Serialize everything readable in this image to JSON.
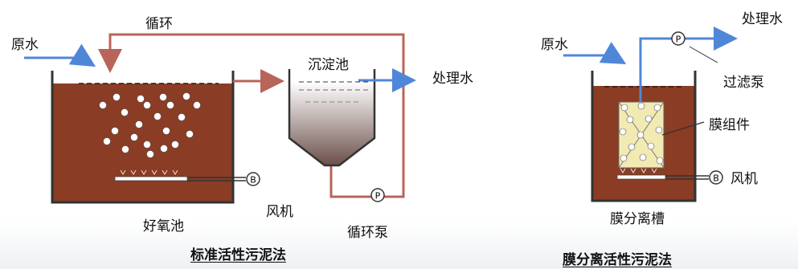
{
  "left": {
    "inflow": "原水",
    "recycle": "循环",
    "aeration_tank": "好氧池",
    "settling_tank": "沉淀池",
    "effluent": "处理水",
    "blower": "风机",
    "recycle_pump": "循环泵",
    "blower_symbol": "B",
    "pump_symbol": "P",
    "caption": "标准活性污泥法"
  },
  "right": {
    "inflow": "原水",
    "effluent": "处理水",
    "filter_pump": "过滤泵",
    "membrane_module": "膜组件",
    "blower": "风机",
    "tank": "膜分离槽",
    "blower_symbol": "B",
    "pump_symbol": "P",
    "caption": "膜分离活性污泥法"
  },
  "colors": {
    "sludge": "#8a3c24",
    "pipe_red": "#b96458",
    "pipe_blue": "#4f87d8",
    "module": "#f2eab3"
  }
}
